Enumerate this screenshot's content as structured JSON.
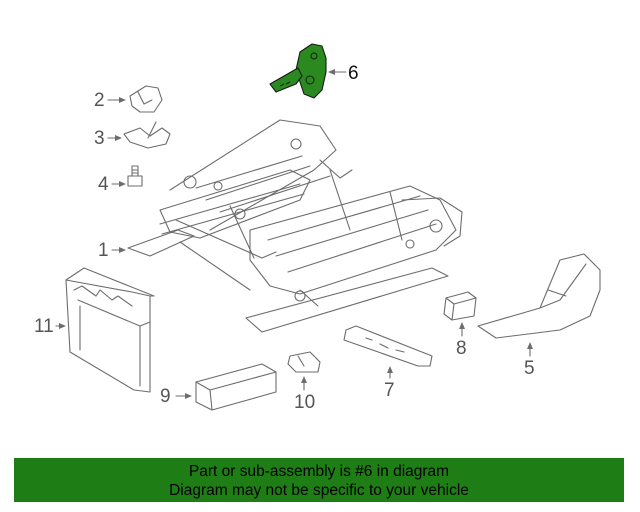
{
  "diagram": {
    "callouts": [
      {
        "id": "c1",
        "label": "1"
      },
      {
        "id": "c2",
        "label": "2"
      },
      {
        "id": "c3",
        "label": "3"
      },
      {
        "id": "c4",
        "label": "4"
      },
      {
        "id": "c5",
        "label": "5"
      },
      {
        "id": "c6",
        "label": "6",
        "highlighted": true
      },
      {
        "id": "c7",
        "label": "7"
      },
      {
        "id": "c8",
        "label": "8"
      },
      {
        "id": "c9",
        "label": "9"
      },
      {
        "id": "c10",
        "label": "10"
      },
      {
        "id": "c11",
        "label": "11"
      }
    ],
    "highlight_color": "#1e7d14"
  },
  "banner": {
    "line1": "Part or sub-assembly is #6 in diagram",
    "line2": "Diagram may not be specific to your vehicle"
  }
}
